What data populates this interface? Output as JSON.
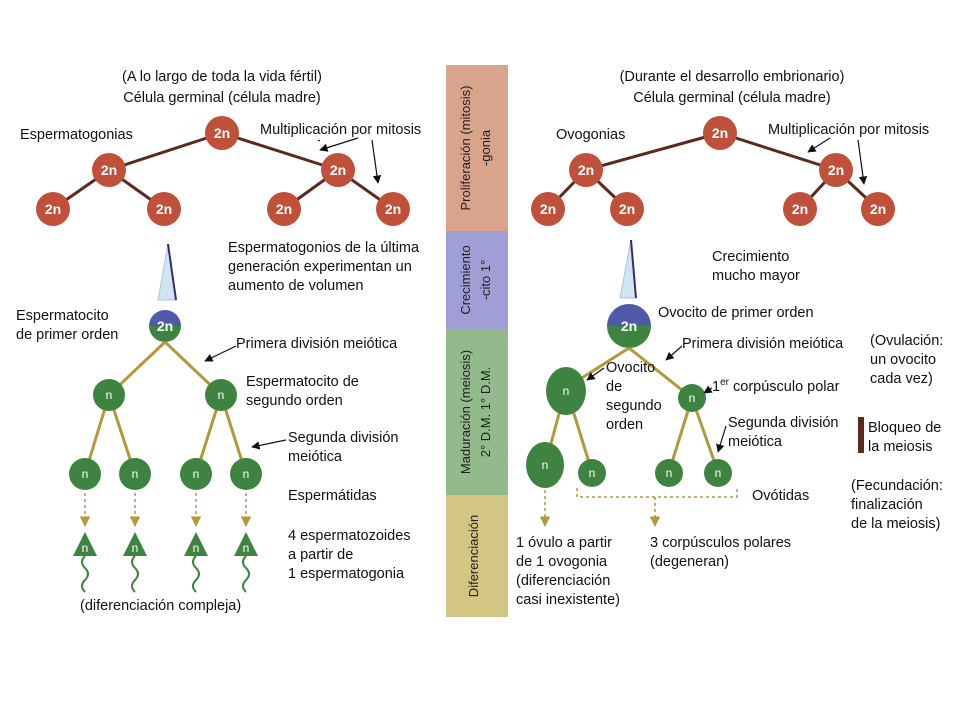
{
  "colors": {
    "cell_2n": "#c0503a",
    "cell_n": "#3e8440",
    "cell_blue": "#4f5aa8",
    "line": "#b09a3c",
    "stage1": "#d9a48c",
    "stage2": "#9f9fd5",
    "stage3": "#93ba8c",
    "stage4": "#d3c685",
    "meiosis_block": "#5c2a1a"
  },
  "cell_labels": {
    "diploid": "2n",
    "haploid": "n"
  },
  "stages": {
    "proliferacion": {
      "line1": "Proliferación (mitosis)",
      "line2": "-gonia"
    },
    "crecimiento": {
      "line1": "Crecimiento",
      "line2": "-cito 1°"
    },
    "maduracion": {
      "line1": "Maduración (meiosis)",
      "line2": "2° D.M.   1° D.M."
    },
    "diferenciacion": {
      "line1": "Diferenciación"
    }
  },
  "male": {
    "period": "(A lo largo de toda la vida fértil)",
    "germ_cell": "Célula germinal (célula madre)",
    "spermatogonia": "Espermatogonias",
    "mitosis": "Multiplicación por mitosis",
    "growth_1": "Espermatogonios de la última",
    "growth_2": "generación experimentan un",
    "growth_3": "aumento de volumen",
    "primary_1": "Espermatocito",
    "primary_2": "de primer orden",
    "first_division": "Primera división meiótica",
    "secondary_1": "Espermatocito de",
    "secondary_2": "segundo orden",
    "second_division_1": "Segunda división",
    "second_division_2": "meiótica",
    "spermatids": "Espermátidas",
    "result_1": "4 espermatozoides",
    "result_2": "a partir de",
    "result_3": "1 espermatogonia",
    "complex": "(diferenciación compleja)"
  },
  "female": {
    "period": "(Durante el desarrollo embrionario)",
    "germ_cell": "Célula germinal (célula madre)",
    "oogonia": "Ovogonias",
    "mitosis": "Multiplicación por mitosis",
    "growth_1": "Crecimiento",
    "growth_2": "mucho mayor",
    "primary": "Ovocito de primer orden",
    "first_division": "Primera división meiótica",
    "ovulation_1": "(Ovulación:",
    "ovulation_2": "un ovocito",
    "ovulation_3": "cada vez)",
    "secondary_1": "Ovocito",
    "secondary_2": "de",
    "secondary_3": "segundo",
    "secondary_4": "orden",
    "polar_prefix": "1",
    "polar_sup": "er",
    "polar_rest": " corpúsculo polar",
    "second_division_1": "Segunda división",
    "second_division_2": "meiótica",
    "block_1": "Bloqueo de",
    "block_2": "la meiosis",
    "ootids": "Ovótidas",
    "fertilization_1": "(Fecundación:",
    "fertilization_2": "finalización",
    "fertilization_3": "de la meiosis)",
    "ovum_1": "1 óvulo a partir",
    "ovum_2": "de 1 ovogonia",
    "ovum_3": "(diferenciación",
    "ovum_4": "casi inexistente)",
    "polar_1": "3 corpúsculos polares",
    "polar_2": "(degeneran)"
  }
}
